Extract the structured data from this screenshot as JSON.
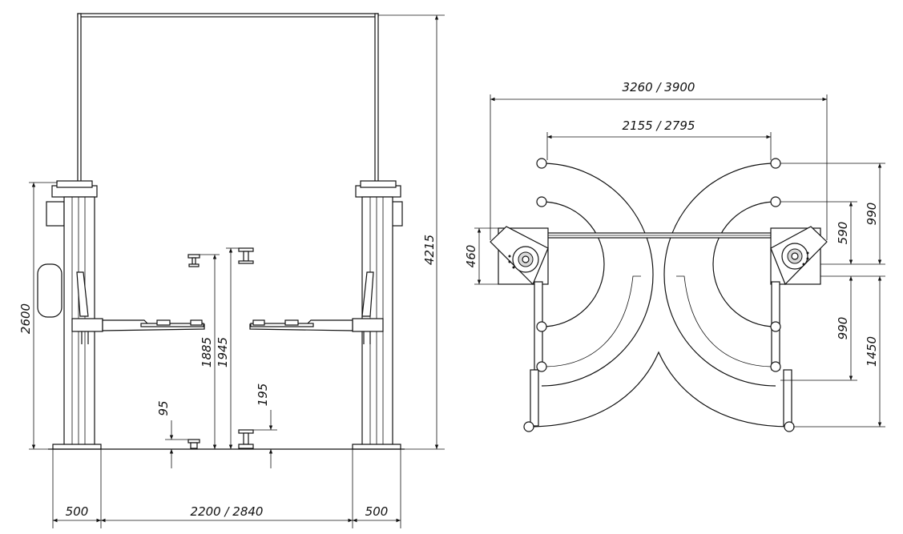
{
  "front_view": {
    "dim_overall_height": "4215",
    "dim_post_height": "2600",
    "dim_max_lift_1": "1885",
    "dim_max_lift_2": "1945",
    "dim_min_height_1": "95",
    "dim_min_height_2": "195",
    "dim_base_left": "500",
    "dim_between_posts": "2200 / 2840",
    "dim_base_right": "500"
  },
  "top_view": {
    "dim_overall_width": "3260 / 3900",
    "dim_inner_width": "2155 / 2795",
    "dim_post_depth": "460",
    "dim_arm_short_front": "590",
    "dim_arm_long_front": "990",
    "dim_arm_short_rear": "990",
    "dim_arm_long_rear": "1450"
  },
  "colors": {
    "line": "#111111",
    "background": "#ffffff"
  }
}
